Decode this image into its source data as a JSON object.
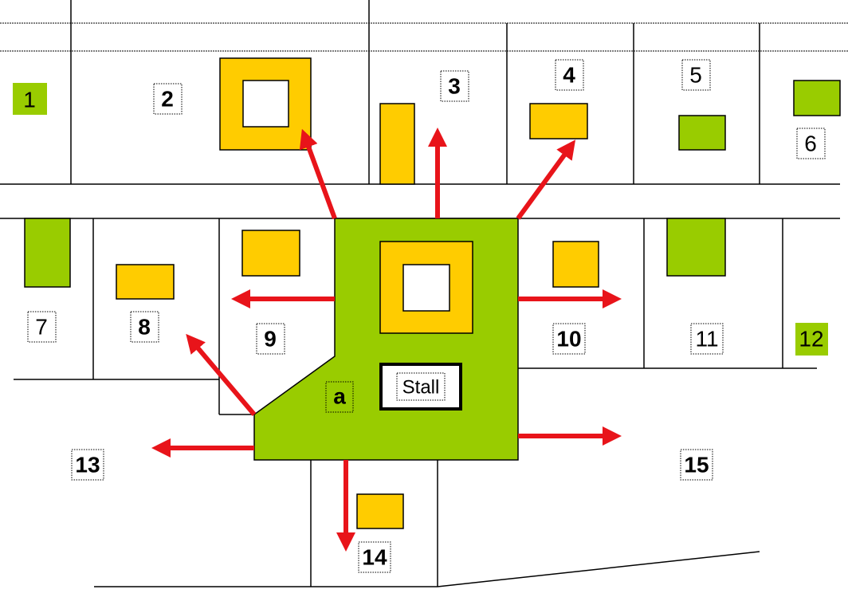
{
  "diagram": {
    "plots": [
      "1",
      "2",
      "3",
      "4",
      "5",
      "6",
      "7",
      "8",
      "9",
      "10",
      "11",
      "12",
      "13",
      "14",
      "15"
    ],
    "central_area_label": "a",
    "stall_label": "Stall"
  },
  "colors": {
    "green": "#99cc00",
    "yellow": "#ffcc00",
    "arrow": "#e8141a"
  }
}
